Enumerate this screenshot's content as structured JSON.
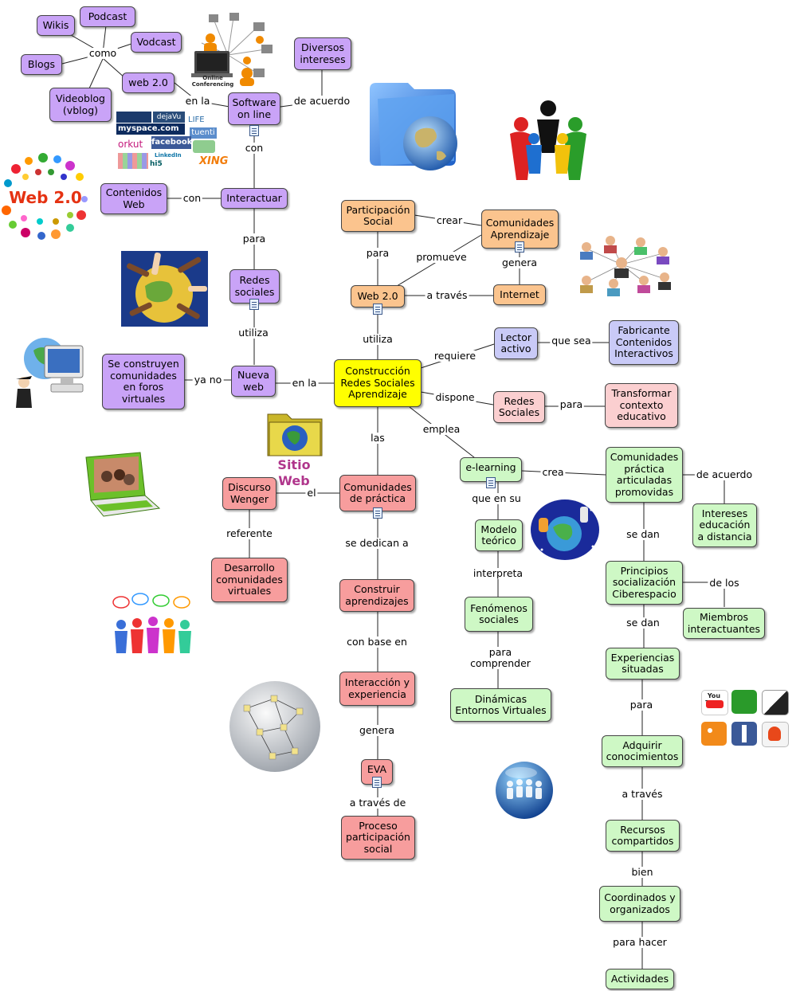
{
  "colors": {
    "purple": "#c9a3f7",
    "orange": "#fbc48e",
    "yellow": "#ffff00",
    "red": "#f79d9d",
    "pink": "#fbcfd0",
    "green": "#cef8c5",
    "blue": "#c9caf7"
  },
  "nodes": {
    "wikis": "Wikis",
    "podcast": "Podcast",
    "vodcast": "Vodcast",
    "blogs": "Blogs",
    "web20_small": "web 2.0",
    "videoblog": "Videoblog\n(vblog)",
    "software_online": "Software\non line",
    "diversos_intereses": "Diversos\nintereses",
    "contenidos_web": "Contenidos\nWeb",
    "interactuar": "Interactuar",
    "redes_sociales_p": "Redes\nsociales",
    "se_construyen": "Se construyen\ncomunidades\nen foros\nvirtuales",
    "nueva_web": "Nueva\nweb",
    "participacion_social": "Participación\nSocial",
    "comunidades_aprendizaje": "Comunidades\nAprendizaje",
    "web20": "Web 2.0",
    "internet": "Internet",
    "central": "Construcción\nRedes Sociales\nAprendizaje",
    "lector_activo": "Lector\nactivo",
    "fabricante": "Fabricante\nContenidos\nInteractivos",
    "redes_sociales_r": "Redes\nSociales",
    "transformar": "Transformar\ncontexto\neducativo",
    "discurso_wenger": "Discurso\nWenger",
    "comunidades_practica": "Comunidades\nde práctica",
    "desarrollo": "Desarrollo\ncomunidades\nvirtuales",
    "construir": "Construir\naprendizajes",
    "interaccion": "Interacción y\nexperiencia",
    "eva": "EVA",
    "proceso": "Proceso\nparticipación\nsocial",
    "elearning": "e-learning",
    "modelo_teorico": "Modelo\nteórico",
    "fenomenos": "Fenómenos\nsociales",
    "dinamicas": "Dinámicas\nEntornos Virtuales",
    "comunidades_articuladas": "Comunidades\npráctica\narticuladas\npromovidas",
    "intereses_educacion": "Intereses\neducación\na distancia",
    "principios": "Principios\nsocialización\nCiberespacio",
    "miembros": "Miembros\ninteractuantes",
    "experiencias": "Experiencias\nsituadas",
    "adquirir": "Adquirir\nconocimientos",
    "recursos": "Recursos\ncompartidos",
    "coordinados": "Coordinados y\norganizados",
    "actividades": "Actividades"
  },
  "links": {
    "como": "como",
    "en_la_top": "en la",
    "de_acuerdo_top": "de acuerdo",
    "con_down": "con",
    "con_left": "con",
    "para_up": "para",
    "utiliza_left": "utiliza",
    "ya_no": "ya no",
    "en_la_mid": "en la",
    "crear": "crear",
    "para_orange": "para",
    "promueve": "promueve",
    "genera_orange": "genera",
    "a_traves_orange": "a través",
    "utiliza_center": "utiliza",
    "requiere": "requiere",
    "que_sea": "que sea",
    "dispone": "dispone",
    "para_pink": "para",
    "emplea": "emplea",
    "las": "las",
    "el": "el",
    "referente": "referente",
    "se_dedican_a": "se dedican a",
    "con_base_en": "con base en",
    "genera_red": "genera",
    "a_traves_de": "a través de",
    "crea": "crea",
    "que_en_su": "que en su",
    "interpreta": "interpreta",
    "para_comprender": "para\ncomprender",
    "de_acuerdo_green": "de acuerdo",
    "se_dan_1": "se dan",
    "de_los": "de los",
    "se_dan_2": "se dan",
    "para_green": "para",
    "a_traves_green": "a través",
    "bien": "bien",
    "para_hacer": "para hacer"
  },
  "images": {
    "online_conferencing": "Online\nConferencing",
    "web20_cloud": "Web 2.0",
    "sitio_web": "Sitio Web",
    "social_logos": [
      "myspace.com",
      "facebook",
      "orkut",
      "XING",
      "tuenti",
      "hi5",
      "LinkedIn",
      "dejaVu",
      "LIFE"
    ],
    "youtube": "You\nTube"
  }
}
